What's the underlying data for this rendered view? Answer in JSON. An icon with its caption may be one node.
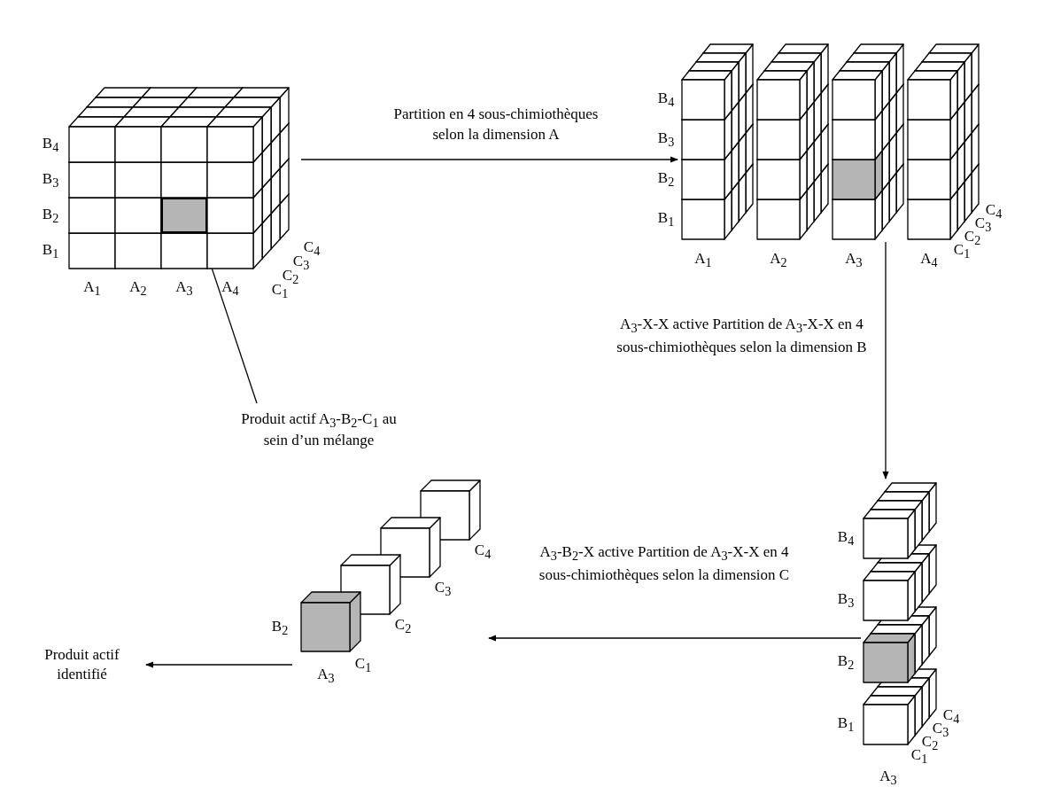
{
  "diagram": {
    "nodes": [
      {
        "text": [],
        "shape": "picture"
      },
      {
        "text": [
          "Produit actif A$_{3}$-B$_{2}$-C$_{1}$ au sein d’un mélange"
        ]
      },
      {
        "text": [],
        "shape": "box",
        "in": 0
      },
      {
        "text": [],
        "shape": "picture"
      },
      {
        "text": [],
        "shape": "picture"
      },
      {
        "text": [],
        "shape": "picture"
      },
      {
        "text": [
          "Produit actif identifié"
        ]
      }
    ],
    "edges": [
      {
        "from": 0,
        "to": 3,
        "arrow": "to",
        "label": "Partition en 4 sous-chimiothèques selon la dimension A"
      },
      {
        "from": 1,
        "to": 2,
        "arrow": "to"
      },
      {
        "from": 3,
        "to": 4,
        "arrow": "to",
        "label": "A$_{3}$-X-X active Partition de A$_{3}$-X-X en 4 sous-chimiothèques selon la dimension B"
      },
      {
        "from": 4,
        "to": 5,
        "arrow": "to",
        "label": "A$_{3}$-B$_{2}$-X active Partition de A$_{3}$-X-X en 4 sous-chimiothèques selon la dimension C"
      },
      {
        "from": 5,
        "to": 6,
        "arrow": "to"
      }
    ],
    "labels": [
      "B$_{4}$",
      "B$_{3}$",
      "B$_{2}$",
      "B$_{1}$",
      "C$_{4}$",
      "C$_{3}$",
      "C$_{2}$",
      "A$_{1}$",
      "A$_{2}$",
      "A$_{3}$",
      "A$_{4}$",
      "C$_{1}$",
      "B$_{4}$",
      "B$_{3}$",
      "B$_{2}$",
      "B$_{1}$",
      "C$_{4}$",
      "C$_{3}$",
      "C$_{2}$",
      "C$_{1}$",
      "A$_{1}$",
      "A$_{2}$",
      "A$_{3}$",
      "A$_{4}$",
      "B$_{4}$",
      "B$_{3}$",
      "B$_{2}$",
      "B$_{1}$",
      "C$_{4}$",
      "C$_{3}$",
      "C$_{2}$",
      "C$_{1}$",
      "A$_{3}$",
      "C$_{4}$",
      "C$_{3}$",
      "B$_{2}$",
      "C$_{2}$",
      "C$_{1}$",
      "A$_{3}$"
    ]
  }
}
